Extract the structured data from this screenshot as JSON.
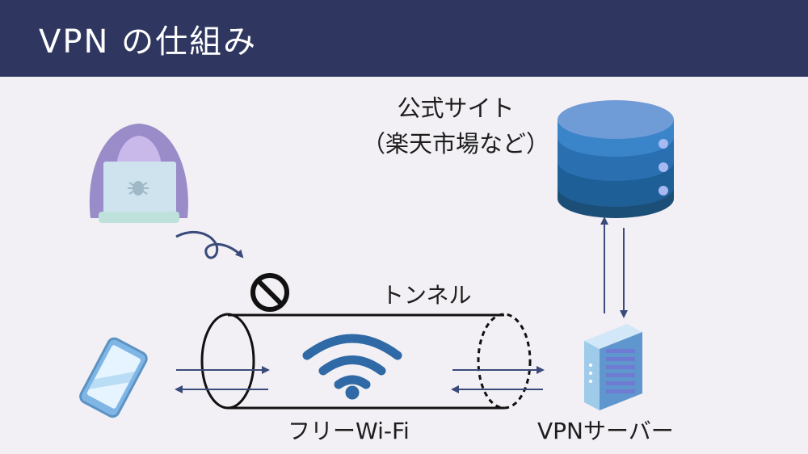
{
  "header": {
    "title": "VPN の仕組み"
  },
  "labels": {
    "site_line1": "公式サイト",
    "site_line2": "（楽天市場など）",
    "tunnel": "トンネル",
    "free_wifi": "フリーWi-Fi",
    "vpn_server": "VPNサーバー"
  },
  "icons": {
    "hacker": "hacker-laptop-icon",
    "prohibited": "prohibited-icon",
    "wifi": "wifi-icon",
    "smartphone": "smartphone-icon",
    "database": "database-icon",
    "server": "server-rack-icon"
  },
  "colors": {
    "header_bg": "#2f3760",
    "background": "#f2f0f4",
    "arrow": "#3a4a7a",
    "wifi": "#2f69a6",
    "db_top": "#6f9bd6",
    "db_mid": "#2a6fb0",
    "db_low": "#1f5f97",
    "db_bottom": "#1c4f78"
  }
}
